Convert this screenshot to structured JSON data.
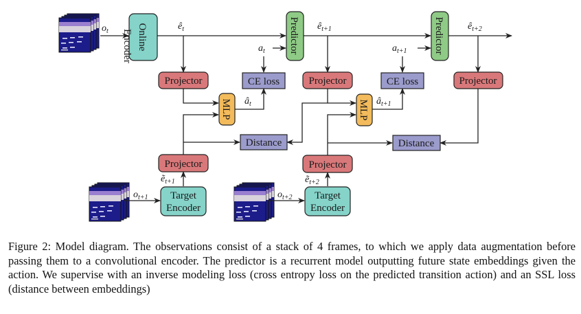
{
  "figure": {
    "type": "model-diagram",
    "colors": {
      "encoder": "#85d3c9",
      "predictor": "#8fcb86",
      "projector": "#d9787a",
      "mlp": "#f3bb5c",
      "loss": "#9b9bcc",
      "frames_bg": "#1c1c8a",
      "stroke": "#222222"
    },
    "nodes": {
      "online_encoder": "Online\nEncoder",
      "online_encoder_line1": "Online",
      "online_encoder_line2": "Encoder",
      "predictor": "Predictor",
      "projector": "Projector",
      "mlp": "MLP",
      "ce_loss": "CE loss",
      "distance": "Distance",
      "target_encoder_line1": "Target",
      "target_encoder_line2": "Encoder"
    },
    "labels": {
      "o_t": {
        "base": "o",
        "sub": "t"
      },
      "o_t1": {
        "base": "o",
        "sub": "t+1"
      },
      "o_t2": {
        "base": "o",
        "sub": "t+2"
      },
      "e_hat_t": {
        "base": "ê",
        "sub": "t"
      },
      "e_hat_t1": {
        "base": "ê",
        "sub": "t+1"
      },
      "e_hat_t2": {
        "base": "ê",
        "sub": "t+2"
      },
      "a_t": {
        "base": "a",
        "sub": "t"
      },
      "a_t1": {
        "base": "a",
        "sub": "t+1"
      },
      "a_hat_t": {
        "base": "â",
        "sub": "t"
      },
      "a_hat_t1": {
        "base": "â",
        "sub": "t+1"
      },
      "e_tilde_t1": {
        "base": "ẽ",
        "sub": "t+1"
      },
      "e_tilde_t2": {
        "base": "ẽ",
        "sub": "t+2"
      }
    },
    "frame_stacks": [
      "observation o_t",
      "observation o_t+1",
      "observation o_t+2"
    ]
  },
  "caption": "Figure 2: Model diagram. The observations consist of a stack of 4 frames, to which we apply data augmentation before passing them to a convolutional encoder. The predictor is a recurrent model outputting future state embeddings given the action. We supervise with an inverse modeling loss (cross entropy loss on the predicted transition action) and an SSL loss (distance between embeddings)"
}
